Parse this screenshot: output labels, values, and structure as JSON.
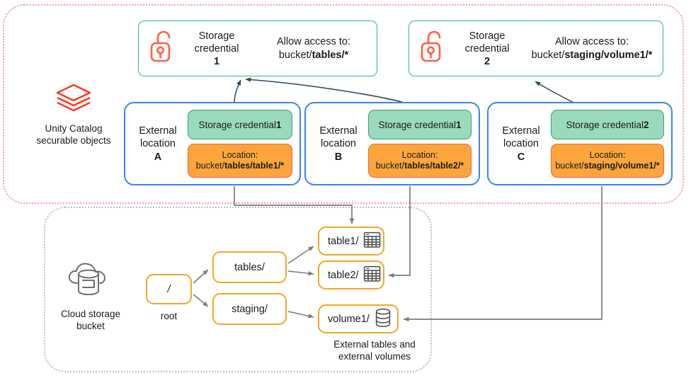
{
  "regions": {
    "unity_catalog": {
      "legend_icon": "databricks-layers-icon",
      "legend_line1": "Unity Catalog",
      "legend_line2": "securable objects",
      "border_color": "#f6a196"
    },
    "cloud_storage": {
      "legend_icon": "cloud-database-icon",
      "legend_line1": "Cloud storage",
      "legend_line2": "bucket",
      "border_color": "#b6c2ca"
    }
  },
  "storage_credentials": [
    {
      "icon": "unlocked-padlock-icon",
      "title_line1": "Storage",
      "title_line2": "credential",
      "number": "1",
      "allow_label": "Allow access to:",
      "path_prefix": "bucket/",
      "path_bold": "tables/*"
    },
    {
      "icon": "unlocked-padlock-icon",
      "title_line1": "Storage",
      "title_line2": "credential",
      "number": "2",
      "allow_label": "Allow access to:",
      "path_prefix": "bucket/",
      "path_bold": "staging/volume1/*"
    }
  ],
  "external_locations": [
    {
      "label_line1": "External",
      "label_line2": "location",
      "letter": "A",
      "credential_prefix": "Storage credential ",
      "credential_number": "1",
      "location_label": "Location:",
      "path_prefix": "bucket/",
      "path_bold": "tables/table1/*"
    },
    {
      "label_line1": "External",
      "label_line2": "location",
      "letter": "B",
      "credential_prefix": "Storage credential ",
      "credential_number": "1",
      "location_label": "Location:",
      "path_prefix": "bucket/",
      "path_bold": "tables/table2/*"
    },
    {
      "label_line1": "External",
      "label_line2": "location",
      "letter": "C",
      "credential_prefix": "Storage credential ",
      "credential_number": "2",
      "location_label": "Location:",
      "path_prefix": "bucket/",
      "path_bold": "staging/volume1/*"
    }
  ],
  "tree": {
    "root": {
      "label": "/",
      "caption": "root"
    },
    "folders": [
      {
        "label": "tables/"
      },
      {
        "label": "staging/"
      }
    ],
    "leaves": [
      {
        "label": "table1/",
        "icon": "table-grid-icon"
      },
      {
        "label": "table2/",
        "icon": "table-grid-icon"
      },
      {
        "label": "volume1/",
        "icon": "database-cylinder-icon"
      }
    ],
    "caption_line1": "External tables and",
    "caption_line2": "external volumes"
  },
  "colors": {
    "credential_border": "#2bb58b",
    "credential_chip_fill": "#9ad9bc",
    "location_chip_fill": "#fba53c",
    "location_chip_border": "#f2613f",
    "external_location_border": "#3b82f6",
    "node_border": "#f5a623",
    "lock_icon": "#ff5f46",
    "layers_icon": "#ff3621",
    "connector_dark": "#2d4a5c",
    "connector_grey": "#7a7a7a"
  }
}
